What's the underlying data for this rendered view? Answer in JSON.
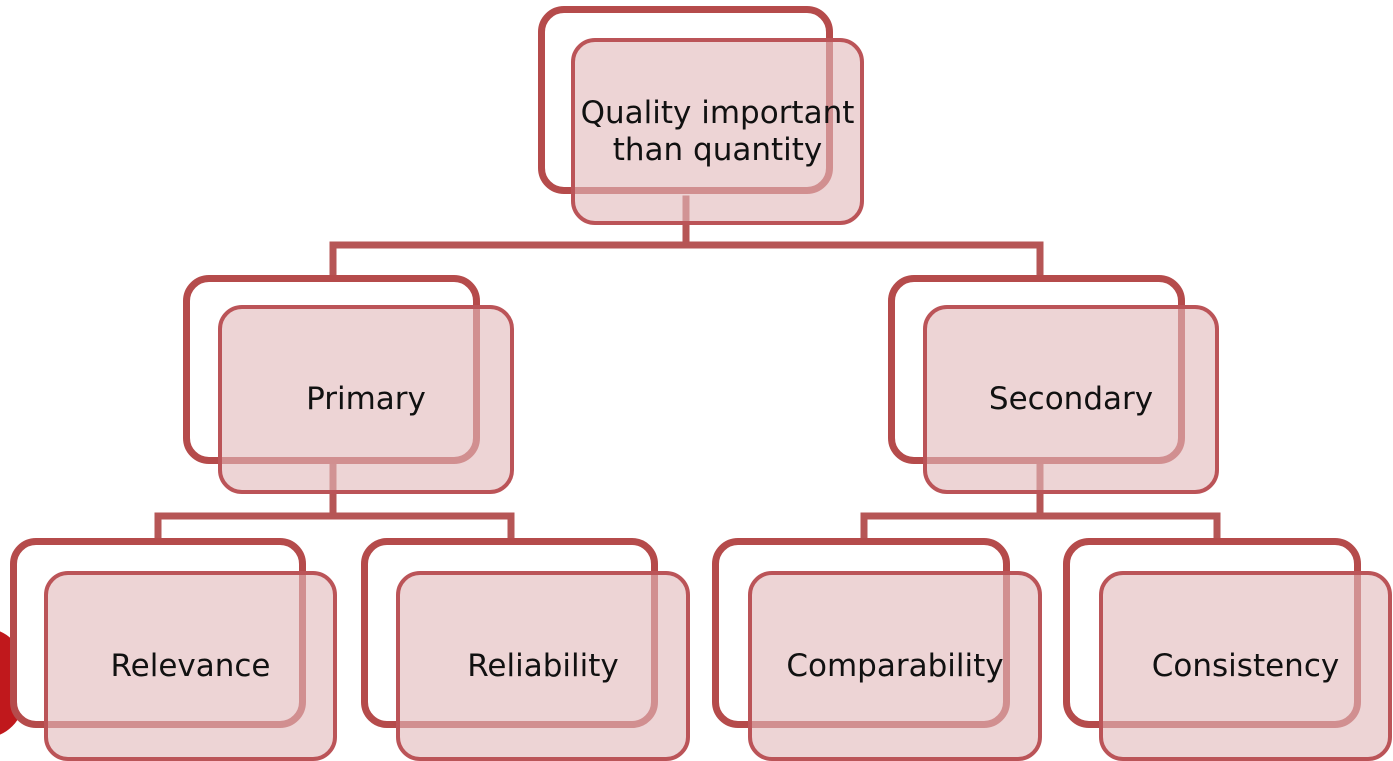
{
  "diagram": {
    "type": "hierarchy",
    "colors": {
      "outline": "#b54b4b",
      "front_fill": "#e8c4c6",
      "front_border": "#bb5458",
      "connector": "#b65656",
      "text": "#111111",
      "accent": "#c0181c"
    },
    "root": {
      "label": "Quality important than quantity"
    },
    "level2": [
      {
        "label": "Primary"
      },
      {
        "label": "Secondary"
      }
    ],
    "level3": [
      {
        "label": "Relevance"
      },
      {
        "label": "Reliability"
      },
      {
        "label": "Comparability"
      },
      {
        "label": "Consistency"
      }
    ]
  }
}
